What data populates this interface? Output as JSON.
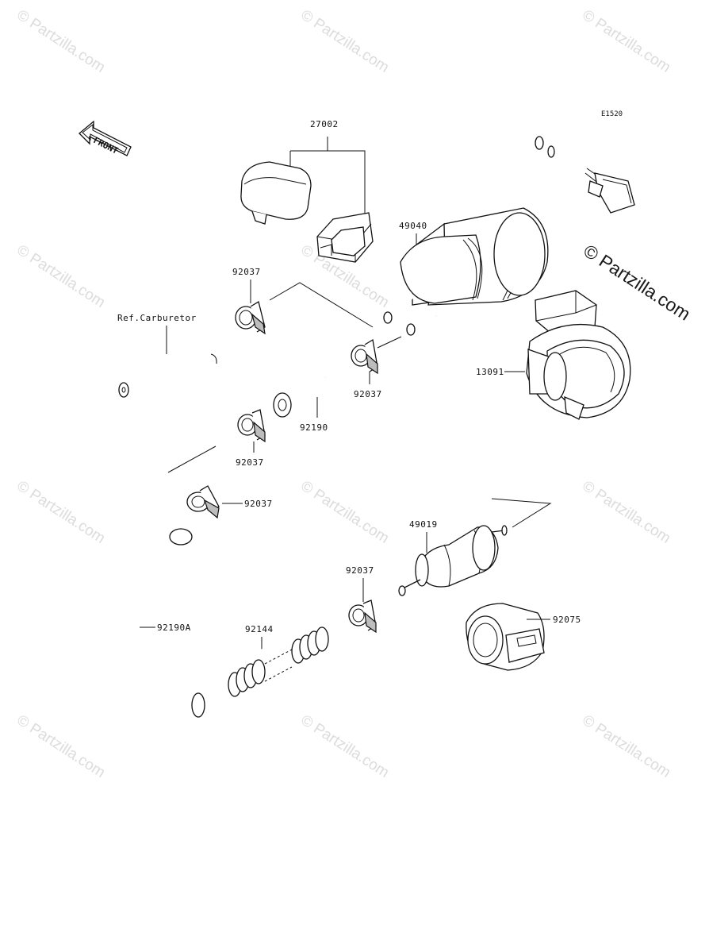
{
  "diagram": {
    "code": "E1520",
    "front_label": "FRONT",
    "callouts": {
      "p27002": "27002",
      "p49040": "49040",
      "p92037_a": "92037",
      "p92037_b": "92037",
      "p92037_c": "92037",
      "p92037_d": "92037",
      "p92037_e": "92037",
      "p13091": "13091",
      "p92190": "92190",
      "p49019": "49019",
      "p92075": "92075",
      "p92144": "92144",
      "p92190a": "92190A",
      "ref_carb": "Ref.Carburetor"
    }
  },
  "watermarks": {
    "small": "© Partzilla.com",
    "large": "© Partzilla.com"
  }
}
